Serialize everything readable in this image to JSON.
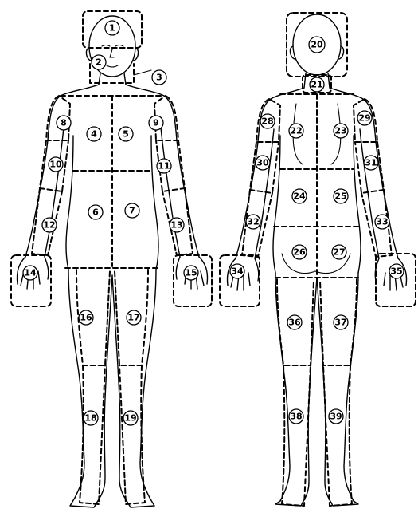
{
  "front_labels": [
    "1",
    "2",
    "3",
    "4",
    "5",
    "6",
    "7",
    "8",
    "9",
    "10",
    "11",
    "12",
    "13",
    "14",
    "15",
    "16",
    "17",
    "18",
    "19"
  ],
  "back_labels": [
    "20",
    "21",
    "22",
    "23",
    "24",
    "25",
    "26",
    "27",
    "28",
    "29",
    "30",
    "31",
    "32",
    "33",
    "34",
    "35",
    "36",
    "37",
    "38",
    "39"
  ]
}
